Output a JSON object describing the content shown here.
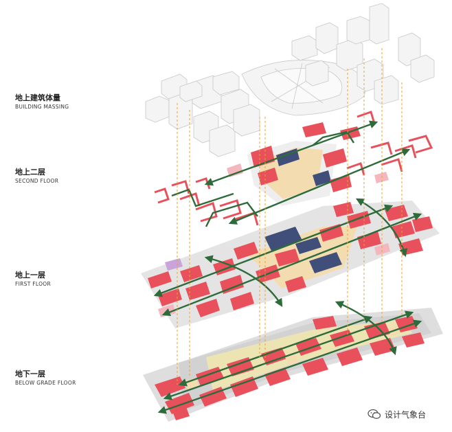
{
  "layers": [
    {
      "id": "massing",
      "label_cn": "地上建筑体量",
      "label_en": "BUILDING MASSING"
    },
    {
      "id": "second",
      "label_cn": "地上二层",
      "label_en": "SECOND FLOOR"
    },
    {
      "id": "first",
      "label_cn": "地上一层",
      "label_en": "FIRST FLOOR"
    },
    {
      "id": "below",
      "label_cn": "地下一层",
      "label_en": "BELOW GRADE FLOOR"
    }
  ],
  "watermark": {
    "text": "设计气象台",
    "icon": "wechat-icon"
  },
  "colors": {
    "red": "#e8505b",
    "pink": "#f4b7bd",
    "green_arrow": "#2e6b3a",
    "orange_dash": "#e8a23a",
    "navy": "#3f4f7a",
    "beige": "#f3ddb0",
    "lightgrey": "#dcdcdc",
    "massing": "#f2f2f2"
  }
}
